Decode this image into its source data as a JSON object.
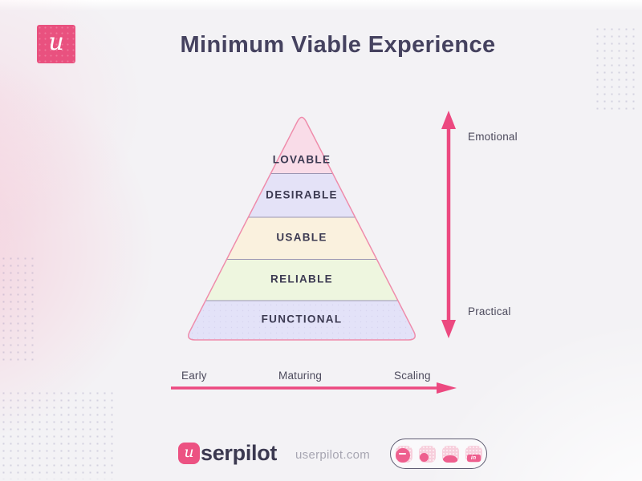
{
  "header": {
    "title": "Minimum Viable Experience",
    "logo_letter": "u"
  },
  "pyramid": {
    "levels": [
      {
        "label": "LOVABLE",
        "color": "#f9dce8"
      },
      {
        "label": "DESIRABLE",
        "color": "#e4e2f7"
      },
      {
        "label": "USABLE",
        "color": "#faf1de"
      },
      {
        "label": "RELIABLE",
        "color": "#eef6df"
      },
      {
        "label": "FUNCTIONAL",
        "color": "#e3e2f8"
      }
    ],
    "border_color": "#ef8cab",
    "divider_color": "#9b95b2"
  },
  "vertical_axis": {
    "top_label": "Emotional",
    "bottom_label": "Practical",
    "color": "#ec4980"
  },
  "horizontal_axis": {
    "labels": {
      "early": "Early",
      "maturing": "Maturing",
      "scaling": "Scaling"
    },
    "color": "#ec4980"
  },
  "footer": {
    "logo_badge_letter": "u",
    "logo_text": "serpilot",
    "website": "userpilot.com",
    "social_icons": [
      "youtube",
      "instagram",
      "twitter",
      "linkedin"
    ]
  },
  "colors": {
    "accent_pink": "#ec4980",
    "title_color": "#45425f",
    "label_color": "#4c4a5c"
  }
}
